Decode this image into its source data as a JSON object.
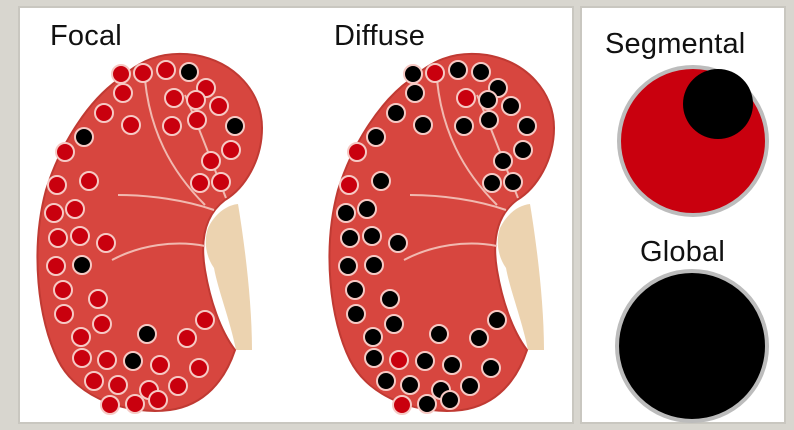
{
  "labels": {
    "focal": "Focal",
    "diffuse": "Diffuse",
    "segmental": "Segmental",
    "global": "Global"
  },
  "colors": {
    "kidney": "#d7463f",
    "kidney_outline": "#c03a33",
    "lobe_line": "#f1b9b0",
    "ureter": "#ecd3b0",
    "red_glomerulus": "#c9000e",
    "black_glomerulus": "#000000",
    "glomerulus_ring": "#f6c9c4",
    "circle_border": "#bcbcbc",
    "panel_bg": "#ffffff",
    "page_bg": "#d8d6cf"
  },
  "focal_dots": {
    "black_fraction": 0.1
  },
  "diffuse_dots": {
    "black_fraction": 0.9
  },
  "segmental": {
    "base": "red",
    "lesion": "black"
  },
  "global": {
    "base": "black"
  }
}
